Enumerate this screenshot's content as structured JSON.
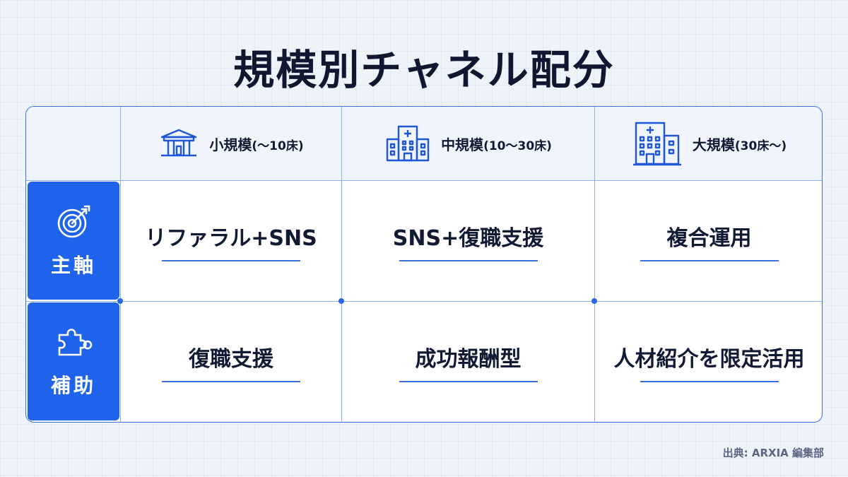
{
  "title": "規模別チャネル配分",
  "columns": [
    {
      "label": "小規模",
      "sub": "(〜10床)",
      "icon": "small-building-icon"
    },
    {
      "label": "中規模",
      "sub": "(10〜30床)",
      "icon": "hospital-icon"
    },
    {
      "label": "大規模",
      "sub": "(30床〜)",
      "icon": "large-hospital-icon"
    }
  ],
  "rows": [
    {
      "label": "主軸",
      "icon": "target-icon",
      "cells": [
        "リファラル+SNS",
        "SNS+復職支援",
        "複合運用"
      ]
    },
    {
      "label": "補助",
      "icon": "puzzle-icon",
      "cells": [
        "復職支援",
        "成功報酬型",
        "人材紹介を限定活用"
      ]
    }
  ],
  "source": "出典: ARXIA 編集部",
  "colors": {
    "accent": "#1e63ea",
    "border": "#3a6fe0",
    "header_bg": "#f0f5fd",
    "background": "#eef3fa"
  }
}
